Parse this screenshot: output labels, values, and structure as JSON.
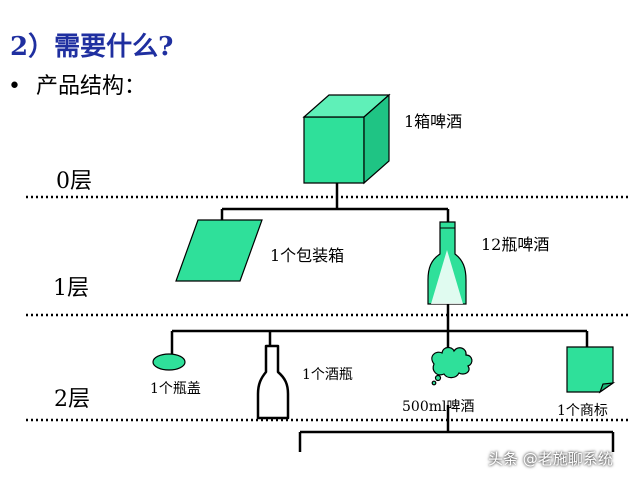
{
  "title": "2）需要什么?",
  "section": {
    "bullet": "•",
    "text": "产品结构："
  },
  "levels": [
    "0层",
    "1层",
    "2层"
  ],
  "items": {
    "beer_case": "1箱啤酒",
    "packing_box": "1个包装箱",
    "bottled_beer": "12瓶啤酒",
    "cap": "1个瓶盖",
    "bottle": "1个酒瓶",
    "beer_500ml": "500ml啤酒",
    "label": "1个商标"
  },
  "watermark": "头条 @老施聊系统",
  "colors": {
    "fill": "#2fe09a",
    "stroke": "#000000",
    "title": "#1f2fa0"
  }
}
